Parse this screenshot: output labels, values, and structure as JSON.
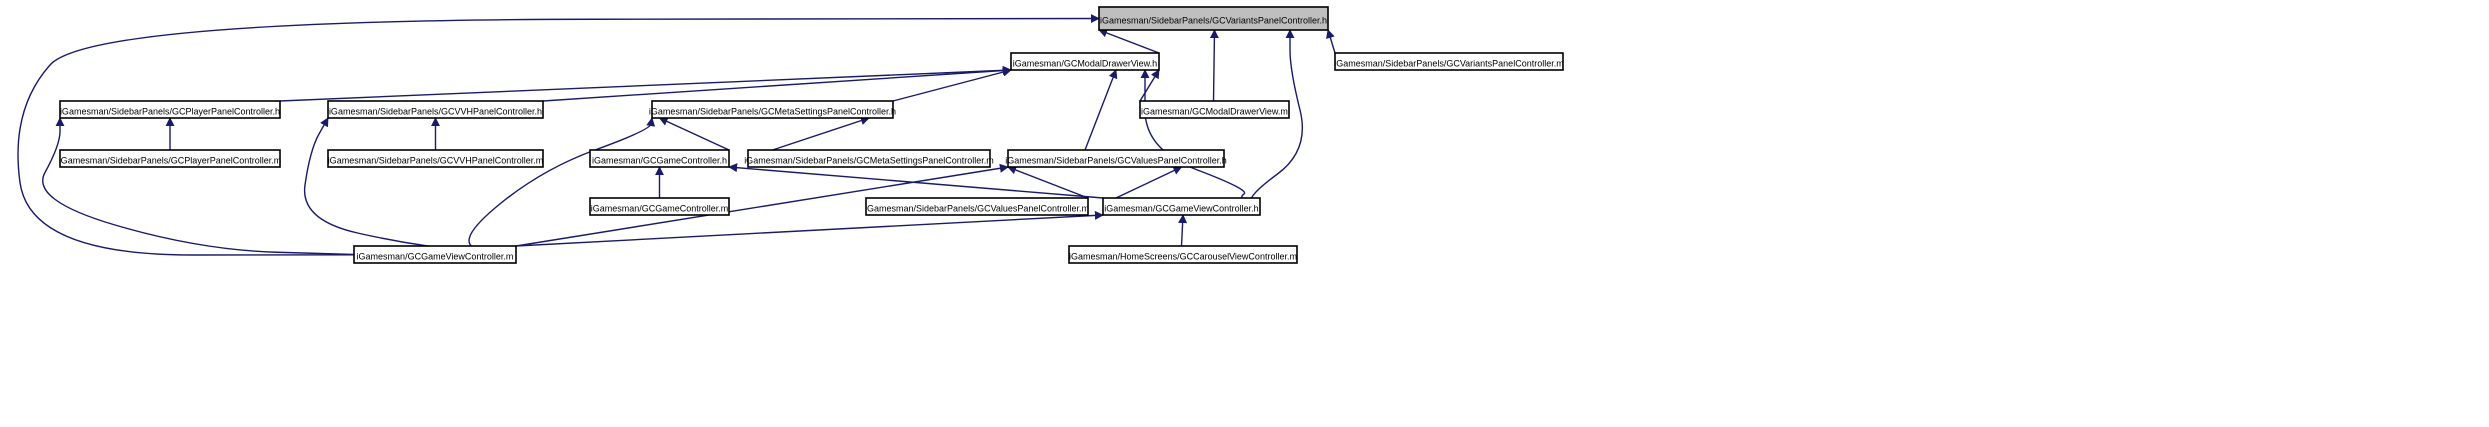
{
  "diagram": {
    "nodes": [
      {
        "id": "n_root",
        "label": "iGamesman/SidebarPanels/GCVariantsPanelController.h",
        "root": true
      },
      {
        "id": "n_modal_h",
        "label": "iGamesman/GCModalDrawerView.h"
      },
      {
        "id": "n_variants_m",
        "label": "iGamesman/SidebarPanels/GCVariantsPanelController.m"
      },
      {
        "id": "n_player_h",
        "label": "iGamesman/SidebarPanels/GCPlayerPanelController.h"
      },
      {
        "id": "n_vvh_h",
        "label": "iGamesman/SidebarPanels/GCVVHPanelController.h"
      },
      {
        "id": "n_meta_h",
        "label": "iGamesman/SidebarPanels/GCMetaSettingsPanelController.h"
      },
      {
        "id": "n_modal_m",
        "label": "iGamesman/GCModalDrawerView.m"
      },
      {
        "id": "n_player_m",
        "label": "iGamesman/SidebarPanels/GCPlayerPanelController.m"
      },
      {
        "id": "n_vvh_m",
        "label": "iGamesman/SidebarPanels/GCVVHPanelController.m"
      },
      {
        "id": "n_gamectrl_h",
        "label": "iGamesman/GCGameController.h"
      },
      {
        "id": "n_meta_m",
        "label": "iGamesman/SidebarPanels/GCMetaSettingsPanelController.m"
      },
      {
        "id": "n_values_h",
        "label": "iGamesman/SidebarPanels/GCValuesPanelController.h"
      },
      {
        "id": "n_gamectrl_m",
        "label": "iGamesman/GCGameController.m"
      },
      {
        "id": "n_values_m",
        "label": "iGamesman/SidebarPanels/GCValuesPanelController.m"
      },
      {
        "id": "n_gameview_h",
        "label": "iGamesman/GCGameViewController.h"
      },
      {
        "id": "n_gameview_m",
        "label": "iGamesman/GCGameViewController.m"
      },
      {
        "id": "n_carousel_m",
        "label": "iGamesman/HomeScreens/GCCarouselViewController.m"
      }
    ],
    "edges": [
      {
        "from": "n_root",
        "to": "n_modal_h"
      },
      {
        "from": "n_root",
        "to": "n_variants_m"
      },
      {
        "from": "n_root",
        "to": "n_modal_m"
      },
      {
        "from": "n_root",
        "to": "n_gameview_h"
      },
      {
        "from": "n_root",
        "to": "n_gameview_m"
      },
      {
        "from": "n_modal_h",
        "to": "n_player_h"
      },
      {
        "from": "n_modal_h",
        "to": "n_vvh_h"
      },
      {
        "from": "n_modal_h",
        "to": "n_meta_h"
      },
      {
        "from": "n_modal_h",
        "to": "n_modal_m"
      },
      {
        "from": "n_modal_h",
        "to": "n_values_h"
      },
      {
        "from": "n_modal_h",
        "to": "n_gameview_h"
      },
      {
        "from": "n_player_h",
        "to": "n_player_m"
      },
      {
        "from": "n_player_h",
        "to": "n_gameview_m"
      },
      {
        "from": "n_vvh_h",
        "to": "n_vvh_m"
      },
      {
        "from": "n_vvh_h",
        "to": "n_gameview_m"
      },
      {
        "from": "n_meta_h",
        "to": "n_gamectrl_h"
      },
      {
        "from": "n_meta_h",
        "to": "n_meta_m"
      },
      {
        "from": "n_meta_h",
        "to": "n_gameview_m"
      },
      {
        "from": "n_gamectrl_h",
        "to": "n_gamectrl_m"
      },
      {
        "from": "n_gamectrl_h",
        "to": "n_gameview_h"
      },
      {
        "from": "n_values_h",
        "to": "n_values_m"
      },
      {
        "from": "n_values_h",
        "to": "n_gameview_h"
      },
      {
        "from": "n_values_h",
        "to": "n_gameview_m"
      },
      {
        "from": "n_gameview_h",
        "to": "n_gameview_m"
      },
      {
        "from": "n_gameview_h",
        "to": "n_carousel_m"
      }
    ],
    "colors": {
      "edge": "#191970",
      "root_fill": "#bfbfbf",
      "node_fill": "#ffffff",
      "node_border": "#000000"
    }
  }
}
